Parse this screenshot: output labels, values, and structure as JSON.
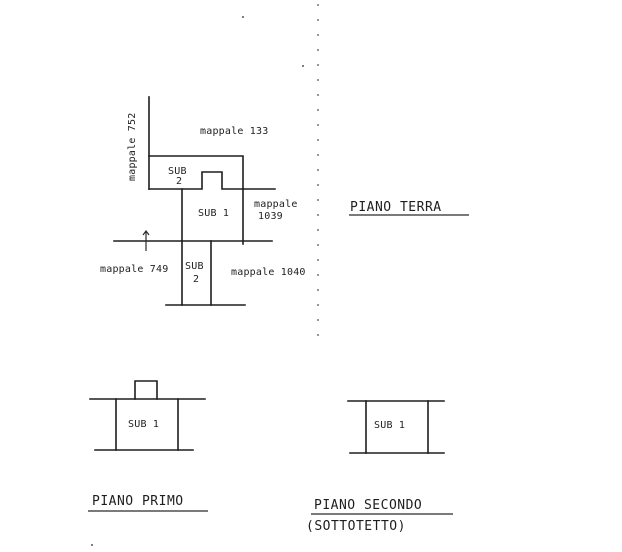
{
  "ground_floor": {
    "title": "PIANO TERRA",
    "labels": {
      "mappale_752": "mappale 752",
      "mappale_133": "mappale 133",
      "sub2_top_line1": "SUB",
      "sub2_top_line2": "2",
      "sub1": "SUB 1",
      "mappale_1039_line1": "mappale",
      "mappale_1039_line2": "1039",
      "mappale_749": "mappale 749",
      "sub2_bottom_line1": "SUB",
      "sub2_bottom_line2": "2",
      "mappale_1040": "mappale 1040"
    }
  },
  "first_floor": {
    "title": "PIANO PRIMO",
    "label": "SUB 1"
  },
  "second_floor": {
    "title": "PIANO SECONDO",
    "subtitle": "(SOTTOTETTO)",
    "label": "SUB 1"
  },
  "colors": {
    "ink": "#1e1e1e",
    "paper": "#ffffff"
  }
}
